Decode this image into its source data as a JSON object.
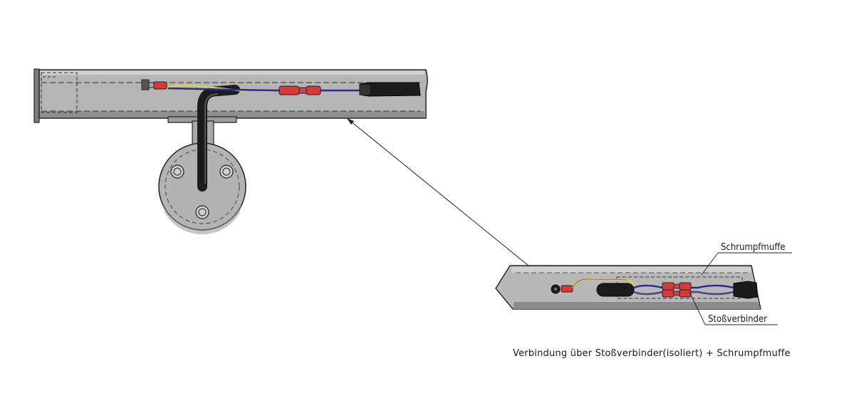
{
  "labels": {
    "shrink_sleeve": "Schrumpfmuffe",
    "butt_connector": "Stoßverbinder"
  },
  "caption": "Verbindung über Stoßverbinder(isoliert) + Schrumpfmuffe",
  "colors": {
    "tube_fill": "#b9b9b9",
    "tube_shade": "#8f8f8f",
    "outline": "#222222",
    "wire_blue": "#2b2f8c",
    "wire_yellow": "#d8d24a",
    "connector_red": "#d63a3a",
    "sleeve_black": "#1c1c1c"
  }
}
